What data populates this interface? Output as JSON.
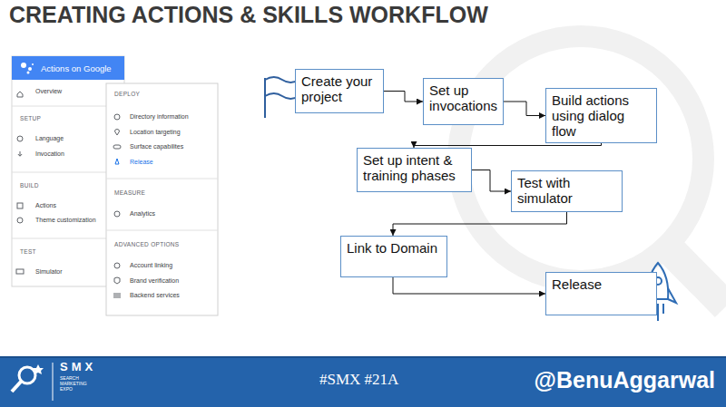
{
  "diagram": {
    "title": "CREATING ACTIONS & SKILLS WORKFLOW",
    "nodes": [
      {
        "text": [
          "Overview",
          "SETUP",
          "Language",
          "Invocation",
          "BUILD",
          "Actions",
          "Theme customization",
          "TEST",
          "Simulator"
        ]
      },
      {
        "text": [
          "Actions on Google"
        ],
        "in": 0
      },
      {
        "text": [
          "DEPLOY",
          "Directory information",
          "Location targeting",
          "Surface capabilites",
          "Release",
          "MEASURE",
          "Analytics",
          "ADVANCED OPTIONS",
          "Account linking",
          "Brand verification",
          "Backend services"
        ]
      },
      {
        "text": [
          "Create your project"
        ]
      },
      {
        "text": [
          "Set up invocations"
        ]
      },
      {
        "text": [
          "Build actions using dialog flow"
        ]
      },
      {
        "text": [
          "Set up intent & training phases"
        ]
      },
      {
        "text": [
          "Test with simulator"
        ]
      },
      {
        "text": [
          "Link to Domain"
        ]
      },
      {
        "text": [
          "Release"
        ]
      },
      {
        "text": [
          "SMX",
          "SEARCH MARKETING EXPO",
          "#SMX #21A",
          "@BenuAggarwal"
        ]
      }
    ],
    "edges": [
      {
        "from": 3,
        "to": 4,
        "arrow": "to"
      },
      {
        "from": 4,
        "to": 5,
        "arrow": "to"
      },
      {
        "from": 5,
        "to": 6,
        "arrow": "to"
      },
      {
        "from": 6,
        "to": 7,
        "arrow": "to"
      },
      {
        "from": 7,
        "to": 8,
        "arrow": "to"
      },
      {
        "from": 8,
        "to": 9,
        "arrow": "to"
      }
    ]
  }
}
